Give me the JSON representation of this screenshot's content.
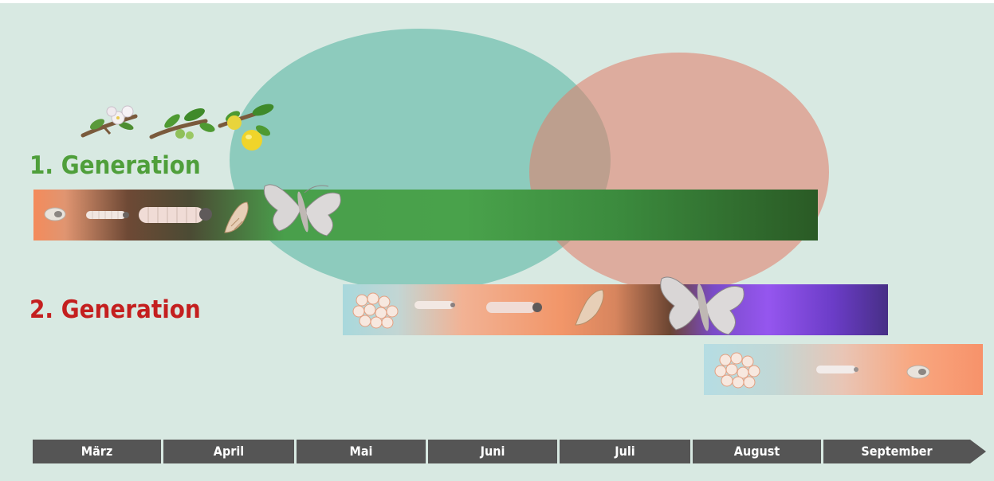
{
  "generations": {
    "gen1": {
      "title": "1. Generation",
      "color": "#4f9f3b"
    },
    "gen2": {
      "title": "2. Generation",
      "color": "#c41f1f"
    }
  },
  "timeline": {
    "months": [
      "März",
      "April",
      "Mai",
      "Juni",
      "Juli",
      "August",
      "September"
    ]
  },
  "colors": {
    "background": "#d8e9e2",
    "teal_blob": "#50b29e",
    "red_blob": "#e07f6c",
    "timeline": "#555555"
  }
}
